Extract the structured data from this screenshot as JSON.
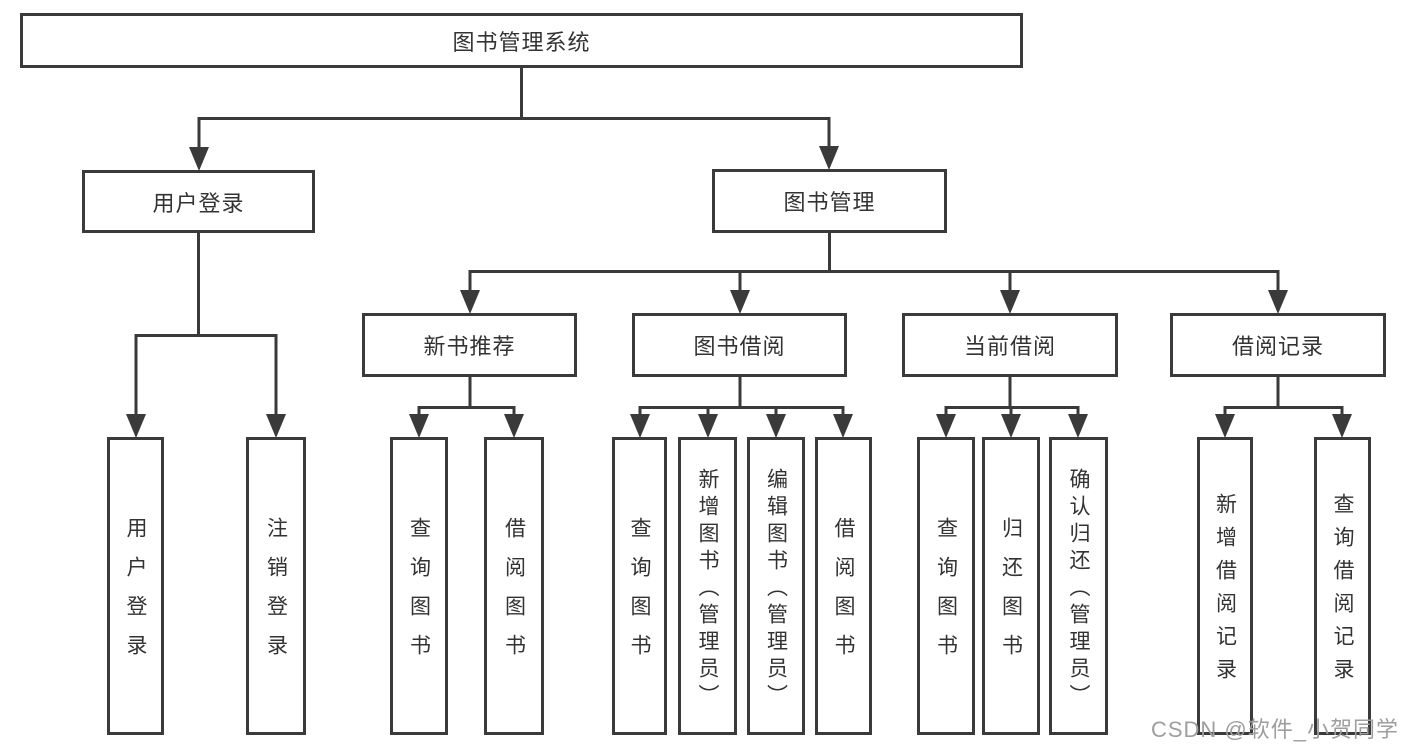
{
  "diagram_title": "图书管理系统",
  "tree": {
    "root": {
      "label": "图书管理系统"
    },
    "user_login": {
      "label": "用户登录",
      "leaves": [
        "用户登录",
        "注销登录"
      ]
    },
    "book_mgmt": {
      "label": "图书管理",
      "modules": [
        {
          "label": "新书推荐",
          "leaves": [
            "查询图书",
            "借阅图书"
          ]
        },
        {
          "label": "图书借阅",
          "leaves": [
            "查询图书",
            "新增图书（管理员）",
            "编辑图书（管理员）",
            "借阅图书"
          ]
        },
        {
          "label": "当前借阅",
          "leaves": [
            "查询图书",
            "归还图书",
            "确认归还（管理员）"
          ]
        },
        {
          "label": "借阅记录",
          "leaves": [
            "新增借阅记录",
            "查询借阅记录"
          ]
        }
      ]
    }
  },
  "watermark": {
    "text": "CSDN @软件_小贺同学"
  },
  "colors": {
    "line": "#3a3a3a",
    "text": "#333333",
    "watermark_gray": "#9e9e9e",
    "background": "#ffffff"
  }
}
